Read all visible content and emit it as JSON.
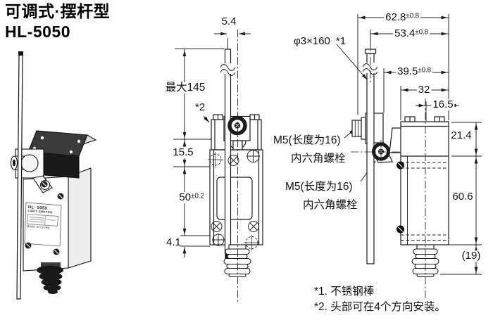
{
  "title": {
    "line1": "可调式·摆杆型",
    "line2": "HL-5050"
  },
  "product": {
    "label_model": "HL- 5050",
    "label_type": "LIMIT SWITCH",
    "label_origin": "MADE IN CHINA"
  },
  "front_view": {
    "dim_rod_offset": "5.4",
    "dim_max_length": "最大145",
    "note_ref_head": "*2",
    "dim_head_to_hole": "15.5",
    "dim_hole_span": "50",
    "dim_hole_span_tol": "±0.2",
    "dim_hole_to_bottom": "4.1"
  },
  "side_view": {
    "dim_total_depth": "62.8",
    "dim_total_depth_tol": "±0.8",
    "dim_rod_to_back": "53.4",
    "dim_rod_to_back_tol": "±0.8",
    "rod_spec": "φ3×160",
    "rod_note_ref": "*1",
    "dim_clamp_to_back": "39.5",
    "dim_clamp_to_back_tol": "±0.8",
    "dim_body_depth": "32",
    "dim_center_to_back": "16.5",
    "dim_head_height": "21.4",
    "dim_body_height": "60.6",
    "dim_gland_height": "(19)",
    "bolt_note_top_line1": "M5(长度为16)",
    "bolt_note_top_line2": "内六角螺栓",
    "bolt_note_bottom_line1": "M5(长度为16)",
    "bolt_note_bottom_line2": "内六角螺栓"
  },
  "footnotes": {
    "note1": "*1. 不锈钢棒",
    "note2": "*2. 头部可在4个方向安装。"
  }
}
